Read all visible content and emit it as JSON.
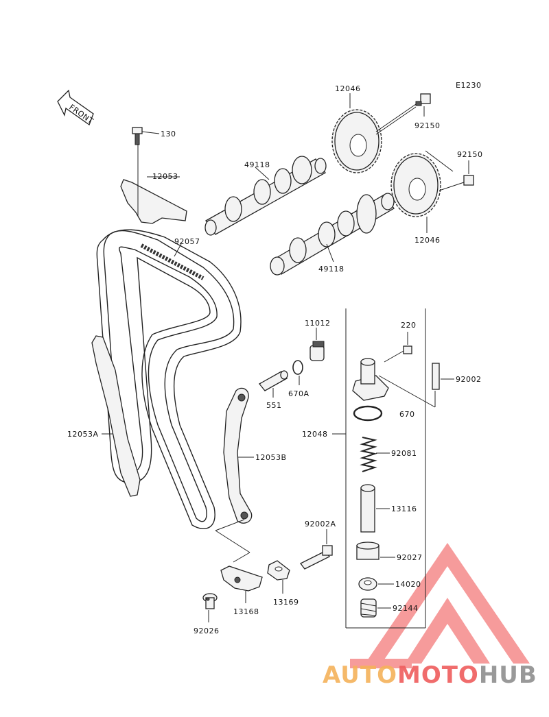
{
  "diagram_code": "E1230",
  "front_label": "FRONT",
  "labels": {
    "p130": "130",
    "p12053": "12053",
    "p92057": "92057",
    "p49118_top": "49118",
    "p12046_top": "12046",
    "p92150_top": "92150",
    "p92150_right": "92150",
    "p12046_bottom": "12046",
    "p49118_bottom": "49118",
    "p11012": "11012",
    "p220": "220",
    "p92002": "92002",
    "p670A": "670A",
    "p551": "551",
    "p670": "670",
    "p12048": "12048",
    "p92081": "92081",
    "p12053A": "12053A",
    "p12053B": "12053B",
    "p13116": "13116",
    "p92002A": "92002A",
    "p92027": "92027",
    "p14020": "14020",
    "p92144": "92144",
    "p13168": "13168",
    "p13169": "13169",
    "p92026": "92026"
  },
  "watermark": {
    "part1": "AUTO",
    "part2": "MOTO",
    "part3": "HUB",
    "color1": "#f5b25a",
    "color2": "#ef5d5d",
    "color3": "#8f8f8f"
  }
}
